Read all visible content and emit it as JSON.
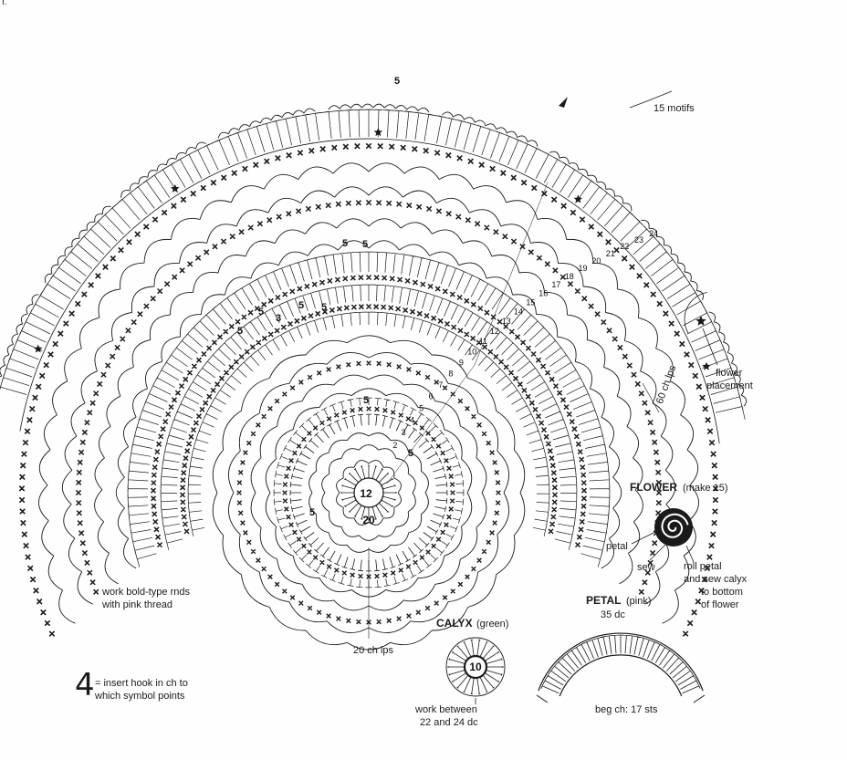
{
  "chart_labels": {
    "corner_mark": "ı.",
    "motifs": "15 motifs",
    "flower_placement_1": "flower",
    "flower_placement_2": "placement",
    "ch_lps_60": "60 ch lps",
    "ch_lps_20": "20 ch lps",
    "pink_note_1": "work bold-type rnds",
    "pink_note_2": "with pink thread",
    "legend_symbol": "4",
    "legend_text_1": "= insert hook in ch to",
    "legend_text_2": "which symbol points"
  },
  "center_numbers": {
    "inner": "12",
    "outer": "20"
  },
  "round_numbers": [
    "5",
    "5",
    "5",
    "5",
    "5",
    "5",
    "5",
    "5",
    "5",
    "3",
    "5"
  ],
  "row_numbers": [
    "24",
    "23",
    "22",
    "21",
    "20",
    "19",
    "18",
    "17",
    "16",
    "15",
    "14",
    "13",
    "12",
    "11",
    "10",
    "9",
    "8",
    "7",
    "6",
    "5",
    "4",
    "3",
    "2"
  ],
  "flower": {
    "title": "FLOWER",
    "title_note": "(make 15)",
    "petal_label": "petal",
    "sew_label": "sew",
    "roll_1": "roll petal",
    "roll_2": "and sew calyx",
    "roll_3": "to bottom",
    "roll_4": "of flower"
  },
  "petal": {
    "title": "PETAL",
    "title_note": "(pink)",
    "count": "35 dc",
    "beg_ch": "beg ch: 17 sts"
  },
  "calyx": {
    "title": "CALYX",
    "title_note": "(green)",
    "center": "10",
    "note_1": "work between",
    "note_2": "22 and 24 dc"
  },
  "colors": {
    "ink": "#1a1a1a",
    "paper": "#fefefe"
  }
}
